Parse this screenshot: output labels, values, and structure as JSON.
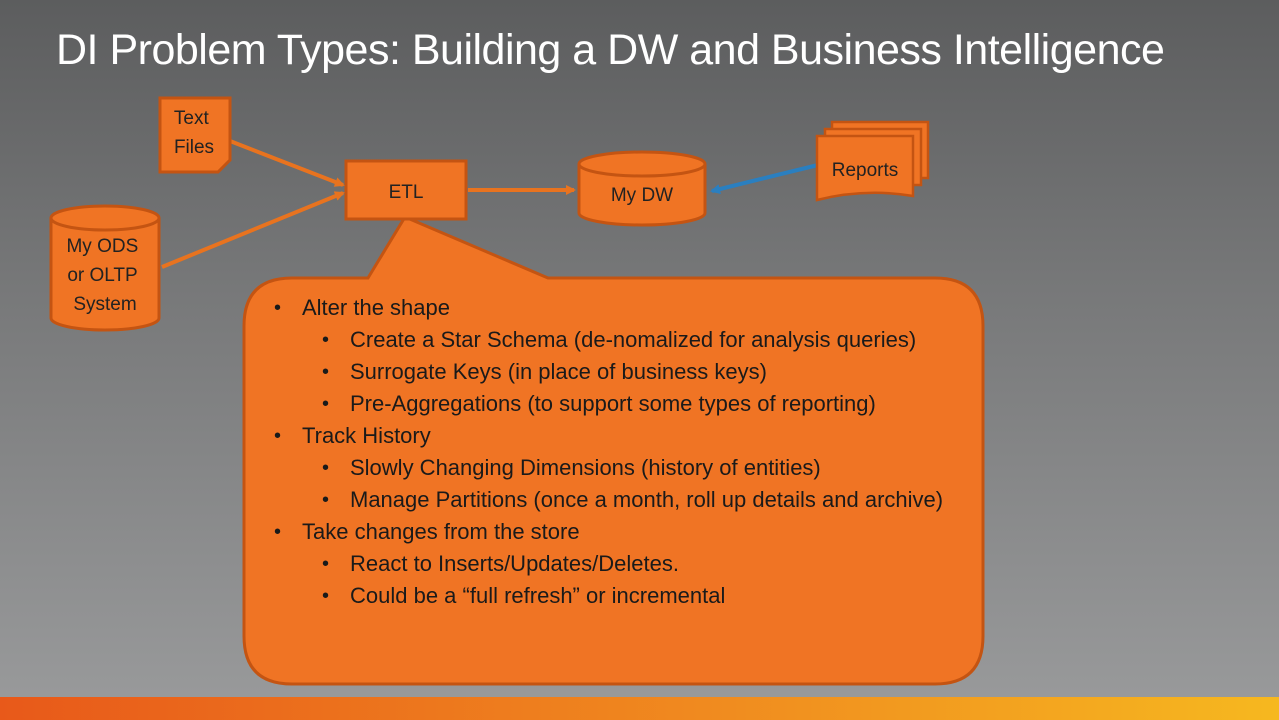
{
  "slide": {
    "title": "DI Problem Types: Building a DW and Business Intelligence"
  },
  "diagram": {
    "nodes": {
      "text_files": [
        "Text",
        "Files"
      ],
      "ods": [
        "My ODS",
        "or OLTP",
        "System"
      ],
      "etl": "ETL",
      "dw": "My DW",
      "reports": "Reports"
    }
  },
  "callout": {
    "items": [
      {
        "level": 1,
        "text": "Alter the shape"
      },
      {
        "level": 2,
        "text": "Create a Star Schema (de-nomalized for analysis queries)"
      },
      {
        "level": 2,
        "text": "Surrogate Keys (in place of business keys)"
      },
      {
        "level": 2,
        "text": "Pre-Aggregations (to support some types of reporting)"
      },
      {
        "level": 1,
        "text": "Track History"
      },
      {
        "level": 2,
        "text": "Slowly Changing Dimensions (history of entities)"
      },
      {
        "level": 2,
        "text": "Manage Partitions (once a month, roll up details and archive)"
      },
      {
        "level": 1,
        "text": "Take changes from the store"
      },
      {
        "level": 2,
        "text": "React to Inserts/Updates/Deletes."
      },
      {
        "level": 2,
        "text": "Could be a “full refresh” or incremental"
      }
    ]
  },
  "colors": {
    "shape_fill": "#f07424",
    "shape_stroke": "#c45412",
    "arrow_orange": "#e8731f",
    "arrow_blue": "#2a7fc0",
    "title": "#ffffff"
  }
}
